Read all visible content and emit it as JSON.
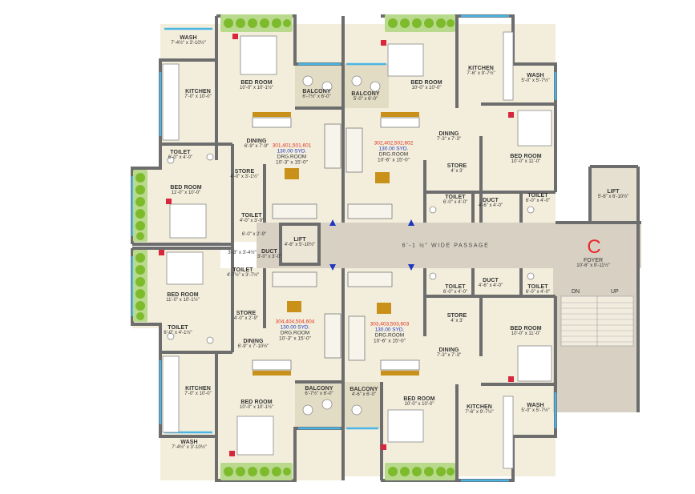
{
  "rooms": [
    {
      "id": "wash-nw",
      "name": "WASH",
      "dim": "7'-4½\" x 3'-10½\""
    },
    {
      "id": "bed-n1",
      "name": "BED ROOM",
      "dim": "10'-0\" x 10'-1½\""
    },
    {
      "id": "kitchen-nw",
      "name": "KITCHEN",
      "dim": "7'-0\" x 10'-0\""
    },
    {
      "id": "balcony-n1",
      "name": "BALCONY",
      "dim": "6'-7½\" x 6'-0\""
    },
    {
      "id": "dining-nw",
      "name": "DINING",
      "dim": "6'-9\" x 7'-9\""
    },
    {
      "id": "toilet-nw",
      "name": "TOILET",
      "dim": "6'-0\" x 4'-0\""
    },
    {
      "id": "store-nw",
      "name": "STORE",
      "dim": "4'-0\" x 3'-1½\""
    },
    {
      "id": "bed-w1",
      "name": "BED ROOM",
      "dim": "11'-0\" x 10'-0\""
    },
    {
      "id": "toilet-w1",
      "name": "TOILET",
      "dim": "4'-0\" x 3'-9\""
    },
    {
      "id": "duct-w",
      "name": "DUCT",
      "dim": "3'-0\" x 3'-0\""
    },
    {
      "id": "toilet-w2",
      "name": "TOILET",
      "dim": "4'-7½\" x 3'-7½\""
    },
    {
      "id": "bed-w2",
      "name": "BED ROOM",
      "dim": "11'-0\" x 10'-1½\""
    },
    {
      "id": "store-sw",
      "name": "STORE",
      "dim": "4'-0\" x 2'-9\""
    },
    {
      "id": "toilet-sw",
      "name": "TOILET",
      "dim": "6'-0\" x 4'-1½\""
    },
    {
      "id": "dining-sw",
      "name": "DINING",
      "dim": "6'-9\" x 7'-10½\""
    },
    {
      "id": "kitchen-sw",
      "name": "KITCHEN",
      "dim": "7'-0\" x 10'-0\""
    },
    {
      "id": "bed-s1",
      "name": "BED ROOM",
      "dim": "10'-0\" x 10'-1½\""
    },
    {
      "id": "balcony-s1",
      "name": "BALCONY",
      "dim": "6'-7½\" x 6'-0\""
    },
    {
      "id": "wash-sw",
      "name": "WASH",
      "dim": "7'-4½\" x 3'-10½\""
    },
    {
      "id": "lift-c",
      "name": "LIFT",
      "dim": "4'-6\" x 5'-10½\""
    },
    {
      "id": "bed-n2",
      "name": "BED ROOM",
      "dim": "10'-0\" x 10'-0\""
    },
    {
      "id": "kitchen-ne",
      "name": "KITCHEN",
      "dim": "7'-6\" x 9'-7½\""
    },
    {
      "id": "wash-ne",
      "name": "WASH",
      "dim": "5'-0\" x 5'-7½\""
    },
    {
      "id": "balcony-n2",
      "name": "BALCONY",
      "dim": "5'-0\" x 6'-0\""
    },
    {
      "id": "dining-ne",
      "name": "DINING",
      "dim": "7'-3\" x 7'-3\""
    },
    {
      "id": "bed-e1",
      "name": "BED ROOM",
      "dim": "10'-0\" x 11'-0\""
    },
    {
      "id": "store-ne",
      "name": "STORE",
      "dim": "4' x 3'"
    },
    {
      "id": "toilet-ne1",
      "name": "TOILET",
      "dim": "6'-0\" x 4'-0\""
    },
    {
      "id": "duct-ne",
      "name": "DUCT",
      "dim": "4'-6\" x 4'-0\""
    },
    {
      "id": "toilet-ne2",
      "name": "TOILET",
      "dim": "6'-0\" x 4'-0\""
    },
    {
      "id": "lift-e",
      "name": "LIFT",
      "dim": "5'-6\" x 6'-10½\""
    },
    {
      "id": "toilet-se1",
      "name": "TOILET",
      "dim": "6'-0\" x 4'-0\""
    },
    {
      "id": "duct-se",
      "name": "DUCT",
      "dim": "4'-6\" x 4'-0\""
    },
    {
      "id": "toilet-se2",
      "name": "TOILET",
      "dim": "6'-0\" x 4'-0\""
    },
    {
      "id": "store-se",
      "name": "STORE",
      "dim": "4' x 3'"
    },
    {
      "id": "bed-e2",
      "name": "BED ROOM",
      "dim": "10'-0\" x 11'-0\""
    },
    {
      "id": "dining-se",
      "name": "DINING",
      "dim": "7'-3\" x 7'-3\""
    },
    {
      "id": "balcony-s2",
      "name": "BALCONY",
      "dim": "4'-6\" x 6'-0\""
    },
    {
      "id": "bed-s2",
      "name": "BED ROOM",
      "dim": "10'-0\" x 10'-0\""
    },
    {
      "id": "kitchen-se",
      "name": "KITCHEN",
      "dim": "7'-6\" x 9'-7½\""
    },
    {
      "id": "wash-se",
      "name": "WASH",
      "dim": "5'-0\" x 5'-7½\""
    }
  ],
  "units": [
    {
      "id": "nw",
      "nos": "301,401,501,601",
      "area": "130.00 SYD.",
      "room": "DRG.ROOM",
      "dim": "10'-3\" x 15'-0\""
    },
    {
      "id": "ne",
      "nos": "302,402,502,602",
      "area": "130.00 SYD.",
      "room": "DRG.ROOM",
      "dim": "10'-6\" x 15'-0\""
    },
    {
      "id": "sw",
      "nos": "304,404,504,604",
      "area": "130.00 SYD.",
      "room": "DRG.ROOM",
      "dim": "10'-3\" x 15'-0\""
    },
    {
      "id": "se",
      "nos": "303,403,503,603",
      "area": "130.00 SYD.",
      "room": "DRG.ROOM",
      "dim": "10'-6\" x 15'-0\""
    }
  ],
  "misc": {
    "passage": "6'-1 ½\" WIDE PASSAGE",
    "tower": "C",
    "foyer_name": "FOYER",
    "foyer_dim": "10'-6\" x 9'-11½\"",
    "stair_dn": "DN",
    "stair_up": "UP",
    "small_dim": "6'-0\" x 2'-9\"",
    "small_dim2": "3'-3\" x 3'-4½\""
  },
  "colors": {
    "wall": "#6d6d6d",
    "floor": "#f3eedc",
    "balcony": "#e3dcc5",
    "passage": "#d8d0c3",
    "accent_red": "#e03020",
    "accent_blue": "#2036c0",
    "glass": "#49b5e6",
    "plant": "#7dbb2d"
  }
}
